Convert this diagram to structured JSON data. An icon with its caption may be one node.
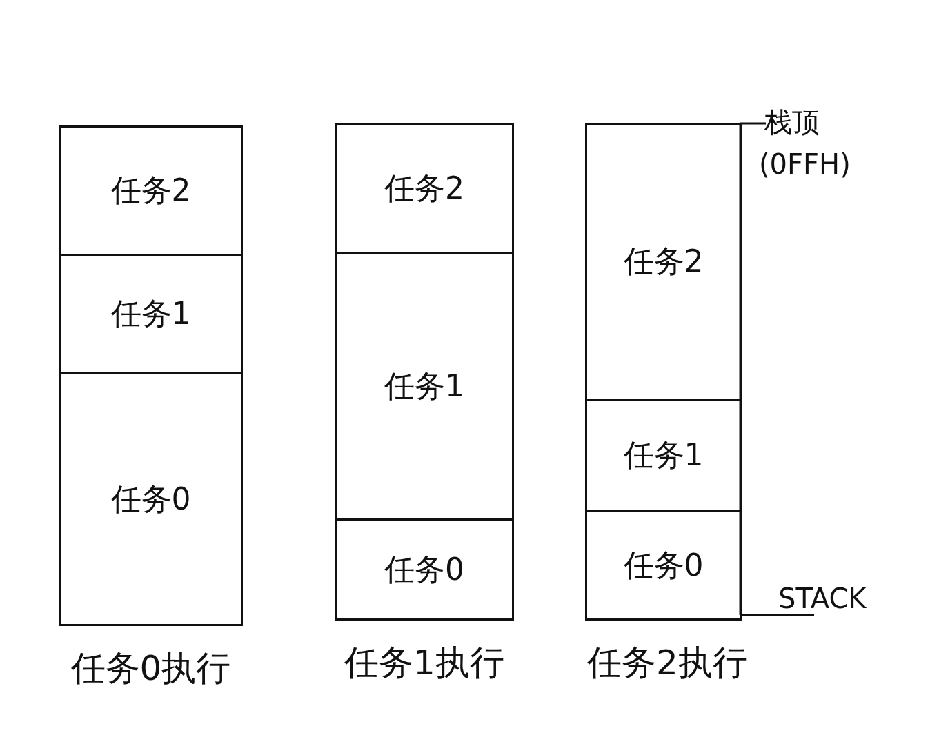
{
  "diagram": {
    "nodes": [
      {
        "text": [
          "任务0执行"
        ]
      },
      {
        "text": [
          "任务2"
        ],
        "in": 0
      },
      {
        "text": [
          "任务1"
        ],
        "in": 0
      },
      {
        "text": [
          "任务0"
        ],
        "in": 0
      },
      {
        "text": [
          "任务1执行"
        ]
      },
      {
        "text": [
          "任务2"
        ],
        "in": 4
      },
      {
        "text": [
          "任务1"
        ],
        "in": 4
      },
      {
        "text": [
          "任务0"
        ],
        "in": 4
      },
      {
        "text": [
          "任务2执行"
        ]
      },
      {
        "text": [
          "任务2"
        ],
        "in": 8
      },
      {
        "text": [
          "任务1"
        ],
        "in": 8
      },
      {
        "text": [
          "任务0"
        ],
        "in": 8
      }
    ],
    "labels": [
      "栈顶",
      "(0FFH)",
      "STACK"
    ]
  }
}
